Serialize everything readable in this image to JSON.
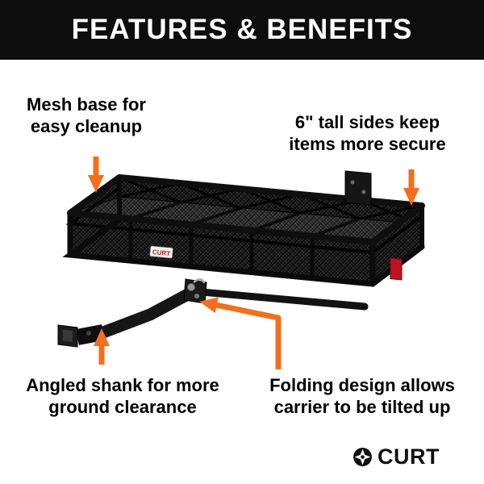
{
  "header": {
    "title": "FEATURES & BENEFITS"
  },
  "callouts": {
    "mesh_base": {
      "lines": [
        "Mesh base for",
        "easy cleanup"
      ]
    },
    "tall_sides": {
      "lines": [
        "6\" tall sides keep",
        "items more secure"
      ]
    },
    "angled_shank": {
      "lines": [
        "Angled shank for more",
        "ground clearance"
      ]
    },
    "folding": {
      "lines": [
        "Folding design allows",
        "carrier to be tilted up"
      ]
    }
  },
  "brand": {
    "logo_text": "CURT",
    "product_label": "CURT"
  },
  "colors": {
    "arrow_orange": "#f2701d",
    "header_bg": "#0d0d0d",
    "reflector_red": "#c1121f",
    "text_black": "#000000"
  }
}
